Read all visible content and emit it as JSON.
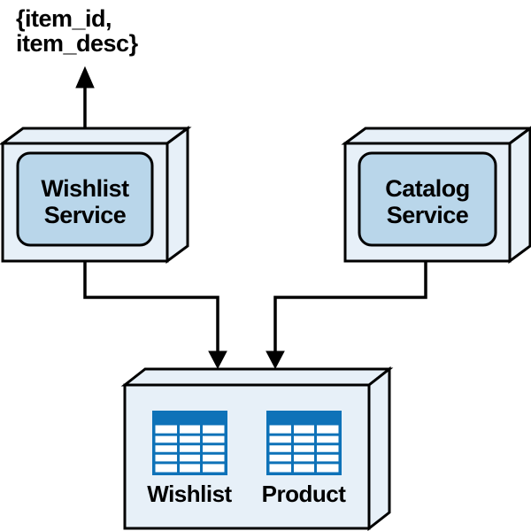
{
  "figure": {
    "annotation": {
      "line1": "{item_id,",
      "line2": "item_desc}"
    },
    "services": [
      {
        "name_line1": "Wishlist",
        "name_line2": "Service"
      },
      {
        "name_line1": "Catalog",
        "name_line2": "Service"
      }
    ],
    "database": {
      "tables": [
        {
          "label": "Wishlist"
        },
        {
          "label": "Product"
        }
      ]
    },
    "colors": {
      "box_fill": "#E7F0F8",
      "panel_fill": "#B9D6EA",
      "table_blue": "#0E72B8",
      "line": "#000000"
    }
  }
}
